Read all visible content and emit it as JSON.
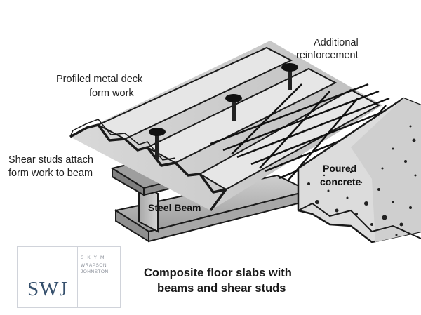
{
  "labels": {
    "deck_line1": "Profiled metal deck",
    "deck_line2": "form work",
    "additional_line1": "Additional",
    "additional_line2": "reinforcement",
    "studs_line1": "Shear studs attach",
    "studs_line2": "form work to beam",
    "steel_beam": "Steel Beam",
    "poured_line1": "Poured",
    "poured_line2": "concrete"
  },
  "caption": {
    "line1": "Composite floor slabs with",
    "line2": "beams and shear studs"
  },
  "logo": {
    "mark": "SWJ",
    "sub_line1": "SKYM",
    "sub_line2": "WRAPSON",
    "sub_line3": "JOHNSTON"
  },
  "colors": {
    "outline": "#1a1a1a",
    "steel_light": "#e4e4e4",
    "steel_mid": "#b9b9b9",
    "steel_dark": "#8e8e8e",
    "concrete": "#dcdcdc",
    "logo_blue": "#36506d"
  }
}
